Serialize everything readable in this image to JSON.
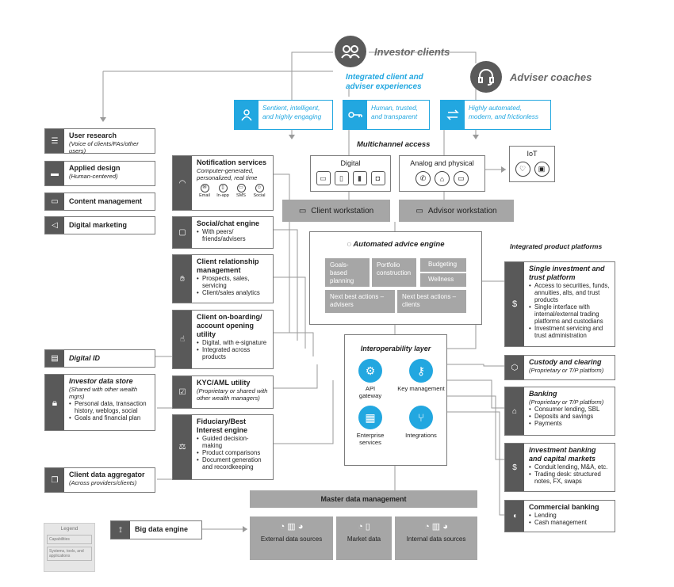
{
  "top": {
    "investor_clients": "Investor clients",
    "adviser_coaches": "Adviser coaches",
    "integrated": "Integrated client and adviser experiences",
    "experiences": [
      {
        "text": "Sentient, intelligent, and highly engaging",
        "icon": "person-icon"
      },
      {
        "text": "Human, trusted, and transparent",
        "icon": "key-icon"
      },
      {
        "text": "Highly automated, modern, and frictionless",
        "icon": "arrows-icon"
      }
    ]
  },
  "left_panel": [
    {
      "title": "User research",
      "sub": "(Voice of clients/FAs/other users)"
    },
    {
      "title": "Applied design",
      "sub": "(Human-centered)"
    },
    {
      "title": "Content management",
      "sub": ""
    },
    {
      "title": "Digital marketing",
      "sub": ""
    },
    {
      "title": "Digital ID",
      "sub": ""
    },
    {
      "title": "Investor data store",
      "sub": "(Shared with other wealth mgrs)",
      "bullets": [
        "Personal data, transaction history, weblogs, social",
        "Goals and financial plan"
      ]
    },
    {
      "title": "Client data aggregator",
      "sub": "(Across providers/clients)"
    }
  ],
  "middle_left": [
    {
      "title": "Notification services",
      "sub": "Computer-generated, personalized, real time",
      "channels": [
        "Email",
        "In-app",
        "SMS",
        "Social"
      ]
    },
    {
      "title": "Social/chat engine",
      "bullets": [
        "With peers/ friends/advisers"
      ]
    },
    {
      "title": "Client relationship management",
      "bullets": [
        "Prospects, sales, servicing",
        "Client/sales analytics"
      ]
    },
    {
      "title": "Client on-boarding/ account opening utility",
      "bullets": [
        "Digital, with e-signature",
        "Integrated across products"
      ]
    },
    {
      "title": "KYC/AML utility",
      "sub": "(Proprietary or shared with other wealth managers)"
    },
    {
      "title": "Fiduciary/Best Interest engine",
      "bullets": [
        "Guided decision-making",
        "Product comparisons",
        "Document generation and recordkeeping"
      ]
    }
  ],
  "center": {
    "multichannel": "Multichannel access",
    "digital": "Digital",
    "analog": "Analog and physical",
    "iot": "IoT",
    "client_ws": "Client workstation",
    "advisor_ws": "Advisor workstation",
    "advice_engine": "Automated advice engine",
    "advice_items": [
      "Goals-based planning",
      "Portfolio construction",
      "Budgeting",
      "Wellness",
      "Next best actions – advisers",
      "Next best actions – clients"
    ],
    "interop": "Interoperability layer",
    "interop_items": [
      "API gateway",
      "Key management",
      "Enterprise services",
      "Integrations"
    ],
    "master_data": "Master data management",
    "data_sources": [
      "External data sources",
      "Market data",
      "Internal data sources"
    ],
    "big_data": "Big data engine"
  },
  "right": {
    "heading": "Integrated product platforms",
    "items": [
      {
        "title": "Single investment and trust platform",
        "bullets": [
          "Access to securities, funds, annuities, alts, and trust products",
          "Single interface with internal/external trading platforms and custodians",
          "Investment servicing and trust administration"
        ]
      },
      {
        "title": "Custody and clearing",
        "sub": "(Proprietary or T/P platform)"
      },
      {
        "title": "Banking",
        "sub": "(Proprietary or T/P platform)",
        "bullets": [
          "Consumer lending, SBL",
          "Deposits and savings",
          "Payments"
        ]
      },
      {
        "title": "Investment banking and capital markets",
        "bullets": [
          "Conduit lending, M&A, etc.",
          "Trading desk: structured notes, FX, swaps"
        ]
      },
      {
        "title": "Commercial banking",
        "bullets": [
          "Lending",
          "Cash management"
        ]
      }
    ]
  },
  "legend": {
    "title": "Legend",
    "items": [
      "Capabilities",
      "Systems, tools, and applications"
    ]
  },
  "colors": {
    "accent": "#22a7e0",
    "dark": "#595959",
    "gray": "#a6a6a6"
  }
}
